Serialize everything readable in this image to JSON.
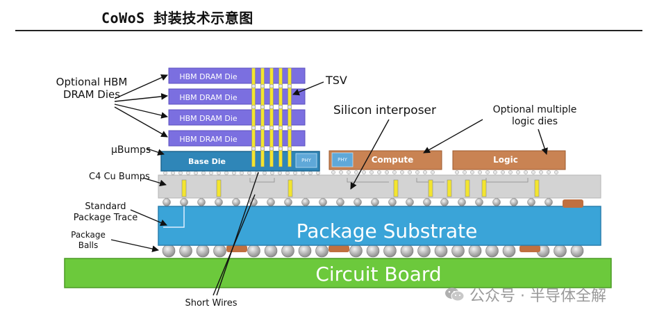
{
  "page": {
    "title": "CoWoS 封装技术示意图"
  },
  "dies": {
    "hbm_die_label": "HBM DRAM Die",
    "base_die": "Base Die",
    "phy": "PHY",
    "compute": "Compute",
    "logic": "Logic"
  },
  "layers": {
    "package_substrate": "Package Substrate",
    "circuit_board": "Circuit Board"
  },
  "callouts": {
    "optional_hbm_line1": "Optional HBM",
    "optional_hbm_line2": "DRAM Dies",
    "tsv": "TSV",
    "silicon_interposer": "Silicon interposer",
    "optional_logic_line1": "Optional multiple",
    "optional_logic_line2": "logic dies",
    "ubumps": "μBumps",
    "c4_bumps": "C4 Cu Bumps",
    "std_trace_line1": "Standard",
    "std_trace_line2": "Package Trace",
    "pkg_balls_line1": "Package",
    "pkg_balls_line2": "Balls",
    "short_wires": "Short Wires"
  },
  "watermark": {
    "text": "公众号 · 半导体全解"
  },
  "colors": {
    "hbm": "#7b6fe0",
    "base_die": "#2f86b8",
    "interposer": "#d3d3d3",
    "substrate": "#3aa4d8",
    "board": "#6cc93c",
    "logic_die": "#c98353",
    "tsv": "#f3e52f"
  }
}
